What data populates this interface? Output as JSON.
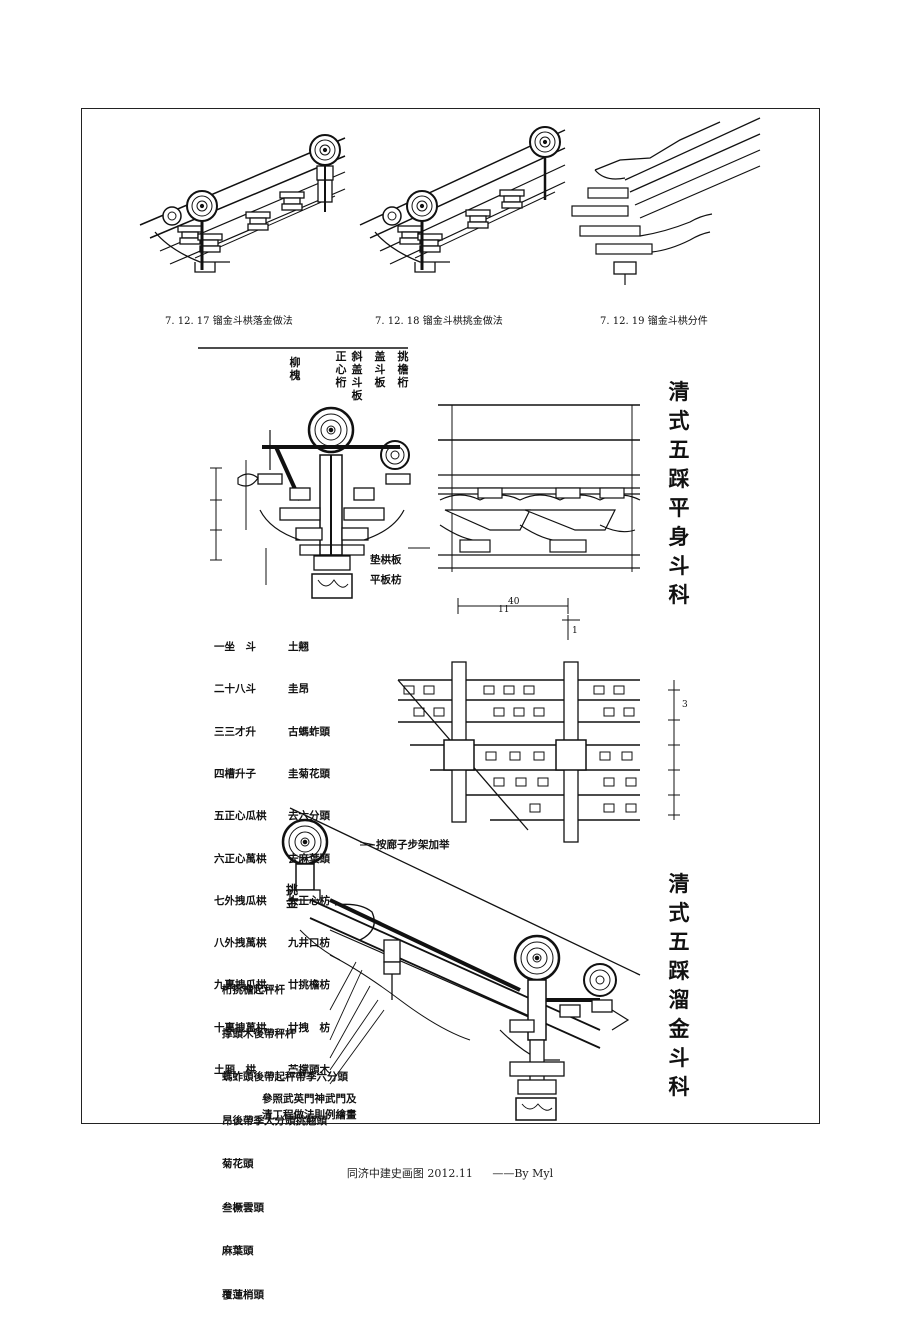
{
  "captions": [
    "7. 12. 17  镏金斗栱落金做法",
    "7. 12. 18  镏金斗栱挑金做法",
    "7. 12. 19  镏金斗栱分件"
  ],
  "section_titles": {
    "pingshen": "清式五踩平身斗科",
    "liujin": "清式五踩溜金斗科"
  },
  "top_labels": [
    "柳槐",
    "正心桁",
    "斜盖斗板",
    "盖斗板",
    "挑檐桁"
  ],
  "side_labels": {
    "gongdian": "垫栱板",
    "pingban": "平板枋",
    "tiaojin": "挑金",
    "bulang": "按廊子步架加举"
  },
  "legend_left": [
    "一坐　斗",
    "二十八斗",
    "三三才升",
    "四槽升子",
    "五正心瓜栱",
    "六正心萬栱",
    "七外拽瓜栱",
    "八外拽萬栱",
    "九裏拽瓜栱",
    "十裏拽萬栱",
    "土厢　栱"
  ],
  "legend_right": [
    "土翹",
    "圭昂",
    "古螞蚱頭",
    "圭菊花頭",
    "去六分頭",
    "去麻葉頭",
    "大正心枋",
    "九井口枋",
    "廿挑檐枋",
    "廿拽　枋",
    "苎撑頭木"
  ],
  "liujin_labels": [
    "桁挑檐起秤杆",
    "撑頭木後帶秤杆",
    "螞蚱頭後帶起秤帶季六分頭",
    "昂後帶季大分頭挑翹頭",
    "菊花頭",
    "叁橛雲頭",
    "麻葉頭",
    "覆蓮梢頭"
  ],
  "note_lines": [
    "參照武英門神武門及",
    "清工程做法則例繪畫"
  ],
  "dims": {
    "a": "40",
    "b": "11",
    "c": "1",
    "d": "3"
  },
  "footer": {
    "title": "同济中建史画图 2012.11",
    "author": "——By Myl"
  }
}
